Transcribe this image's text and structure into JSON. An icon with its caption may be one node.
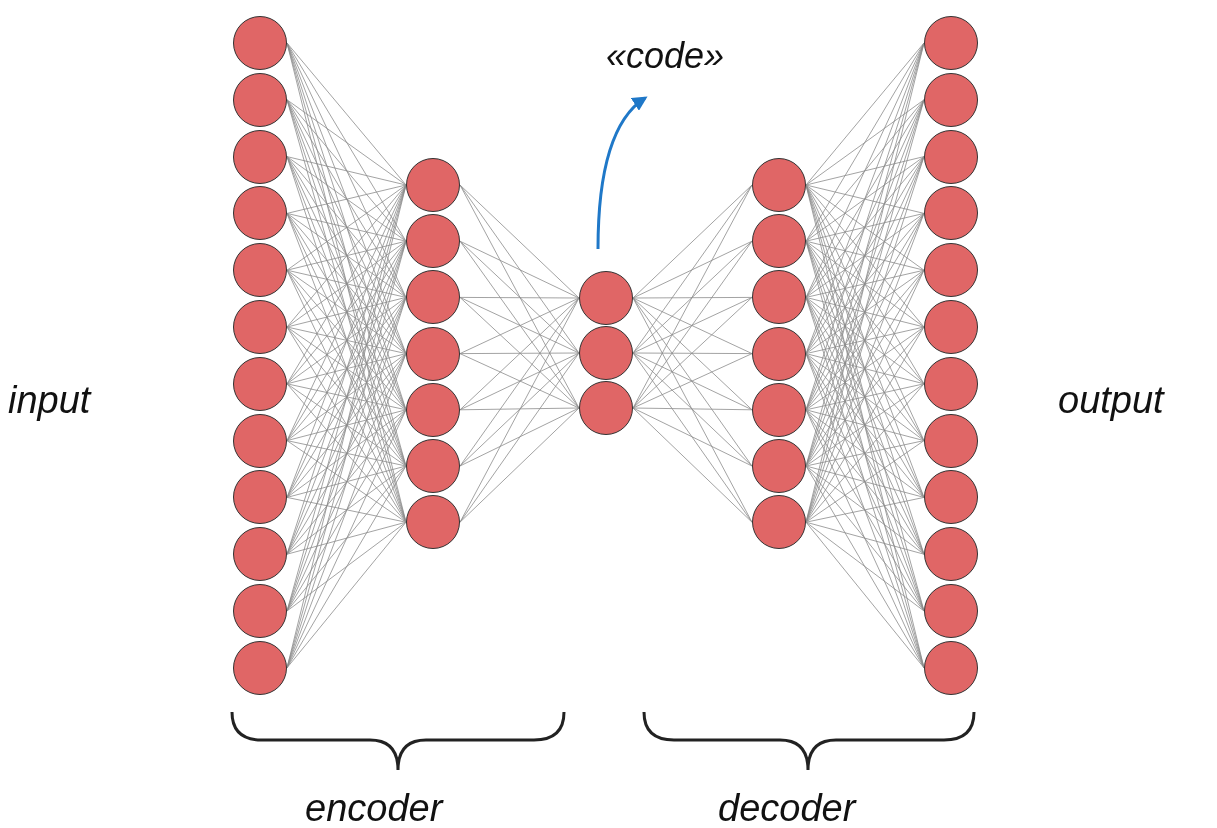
{
  "diagram": {
    "nodes": [
      {
        "text": [],
        "shape": "circle"
      },
      {
        "text": [],
        "shape": "circle"
      },
      {
        "text": [],
        "shape": "circle"
      },
      {
        "text": [],
        "shape": "circle"
      },
      {
        "text": [],
        "shape": "circle"
      },
      {
        "text": [],
        "shape": "circle"
      },
      {
        "text": [],
        "shape": "circle"
      },
      {
        "text": [],
        "shape": "circle"
      },
      {
        "text": [],
        "shape": "circle"
      },
      {
        "text": [],
        "shape": "circle"
      },
      {
        "text": [],
        "shape": "circle"
      },
      {
        "text": [],
        "shape": "circle"
      },
      {
        "text": [],
        "shape": "circle"
      },
      {
        "text": [],
        "shape": "circle"
      },
      {
        "text": [],
        "shape": "circle"
      },
      {
        "text": [],
        "shape": "circle"
      },
      {
        "text": [],
        "shape": "circle"
      },
      {
        "text": [],
        "shape": "circle"
      },
      {
        "text": [],
        "shape": "circle"
      },
      {
        "text": [],
        "shape": "circle"
      },
      {
        "text": [],
        "shape": "circle"
      },
      {
        "text": [],
        "shape": "circle"
      },
      {
        "text": [],
        "shape": "circle"
      },
      {
        "text": [],
        "shape": "circle"
      },
      {
        "text": [],
        "shape": "circle"
      },
      {
        "text": [],
        "shape": "circle"
      },
      {
        "text": [],
        "shape": "circle"
      },
      {
        "text": [],
        "shape": "circle"
      },
      {
        "text": [],
        "shape": "circle"
      },
      {
        "text": [],
        "shape": "circle"
      },
      {
        "text": [],
        "shape": "circle"
      },
      {
        "text": [],
        "shape": "circle"
      },
      {
        "text": [],
        "shape": "circle"
      },
      {
        "text": [],
        "shape": "circle"
      },
      {
        "text": [],
        "shape": "circle"
      },
      {
        "text": [],
        "shape": "circle"
      },
      {
        "text": [],
        "shape": "circle"
      },
      {
        "text": [],
        "shape": "circle"
      },
      {
        "text": [],
        "shape": "circle"
      },
      {
        "text": [],
        "shape": "circle"
      },
      {
        "text": [],
        "shape": "circle"
      },
      {
        "text": [
          "«code»"
        ]
      }
    ],
    "edges": [
      {
        "from": 0,
        "to": 12,
        "arrow": "none"
      },
      {
        "from": 0,
        "to": 13,
        "arrow": "none"
      },
      {
        "from": 0,
        "to": 14,
        "arrow": "none"
      },
      {
        "from": 0,
        "to": 15,
        "arrow": "none"
      },
      {
        "from": 0,
        "to": 16,
        "arrow": "none"
      },
      {
        "from": 0,
        "to": 17,
        "arrow": "none"
      },
      {
        "from": 0,
        "to": 18,
        "arrow": "none"
      },
      {
        "from": 1,
        "to": 12,
        "arrow": "none"
      },
      {
        "from": 1,
        "to": 13,
        "arrow": "none"
      },
      {
        "from": 1,
        "to": 14,
        "arrow": "none"
      },
      {
        "from": 1,
        "to": 15,
        "arrow": "none"
      },
      {
        "from": 1,
        "to": 16,
        "arrow": "none"
      },
      {
        "from": 1,
        "to": 17,
        "arrow": "none"
      },
      {
        "from": 1,
        "to": 18,
        "arrow": "none"
      },
      {
        "from": 2,
        "to": 12,
        "arrow": "none"
      },
      {
        "from": 2,
        "to": 13,
        "arrow": "none"
      },
      {
        "from": 2,
        "to": 14,
        "arrow": "none"
      },
      {
        "from": 2,
        "to": 15,
        "arrow": "none"
      },
      {
        "from": 2,
        "to": 16,
        "arrow": "none"
      },
      {
        "from": 2,
        "to": 17,
        "arrow": "none"
      },
      {
        "from": 2,
        "to": 18,
        "arrow": "none"
      },
      {
        "from": 3,
        "to": 12,
        "arrow": "none"
      },
      {
        "from": 3,
        "to": 13,
        "arrow": "none"
      },
      {
        "from": 3,
        "to": 14,
        "arrow": "none"
      },
      {
        "from": 3,
        "to": 15,
        "arrow": "none"
      },
      {
        "from": 3,
        "to": 16,
        "arrow": "none"
      },
      {
        "from": 3,
        "to": 17,
        "arrow": "none"
      },
      {
        "from": 3,
        "to": 18,
        "arrow": "none"
      },
      {
        "from": 4,
        "to": 12,
        "arrow": "none"
      },
      {
        "from": 4,
        "to": 13,
        "arrow": "none"
      },
      {
        "from": 4,
        "to": 14,
        "arrow": "none"
      },
      {
        "from": 4,
        "to": 15,
        "arrow": "none"
      },
      {
        "from": 4,
        "to": 16,
        "arrow": "none"
      },
      {
        "from": 4,
        "to": 17,
        "arrow": "none"
      },
      {
        "from": 4,
        "to": 18,
        "arrow": "none"
      },
      {
        "from": 5,
        "to": 12,
        "arrow": "none"
      },
      {
        "from": 5,
        "to": 13,
        "arrow": "none"
      },
      {
        "from": 5,
        "to": 14,
        "arrow": "none"
      },
      {
        "from": 5,
        "to": 15,
        "arrow": "none"
      },
      {
        "from": 5,
        "to": 16,
        "arrow": "none"
      },
      {
        "from": 5,
        "to": 17,
        "arrow": "none"
      },
      {
        "from": 5,
        "to": 18,
        "arrow": "none"
      },
      {
        "from": 6,
        "to": 12,
        "arrow": "none"
      },
      {
        "from": 6,
        "to": 13,
        "arrow": "none"
      },
      {
        "from": 6,
        "to": 14,
        "arrow": "none"
      },
      {
        "from": 6,
        "to": 15,
        "arrow": "none"
      },
      {
        "from": 6,
        "to": 16,
        "arrow": "none"
      },
      {
        "from": 6,
        "to": 17,
        "arrow": "none"
      },
      {
        "from": 6,
        "to": 18,
        "arrow": "none"
      },
      {
        "from": 7,
        "to": 12,
        "arrow": "none"
      },
      {
        "from": 7,
        "to": 13,
        "arrow": "none"
      },
      {
        "from": 7,
        "to": 14,
        "arrow": "none"
      },
      {
        "from": 7,
        "to": 15,
        "arrow": "none"
      },
      {
        "from": 7,
        "to": 16,
        "arrow": "none"
      },
      {
        "from": 7,
        "to": 17,
        "arrow": "none"
      },
      {
        "from": 7,
        "to": 18,
        "arrow": "none"
      },
      {
        "from": 8,
        "to": 12,
        "arrow": "none"
      },
      {
        "from": 8,
        "to": 13,
        "arrow": "none"
      },
      {
        "from": 8,
        "to": 14,
        "arrow": "none"
      },
      {
        "from": 8,
        "to": 15,
        "arrow": "none"
      },
      {
        "from": 8,
        "to": 16,
        "arrow": "none"
      },
      {
        "from": 8,
        "to": 17,
        "arrow": "none"
      },
      {
        "from": 8,
        "to": 18,
        "arrow": "none"
      },
      {
        "from": 9,
        "to": 12,
        "arrow": "none"
      },
      {
        "from": 9,
        "to": 13,
        "arrow": "none"
      },
      {
        "from": 9,
        "to": 14,
        "arrow": "none"
      },
      {
        "from": 9,
        "to": 15,
        "arrow": "none"
      },
      {
        "from": 9,
        "to": 16,
        "arrow": "none"
      },
      {
        "from": 9,
        "to": 17,
        "arrow": "none"
      },
      {
        "from": 9,
        "to": 18,
        "arrow": "none"
      },
      {
        "from": 10,
        "to": 12,
        "arrow": "none"
      },
      {
        "from": 10,
        "to": 13,
        "arrow": "none"
      },
      {
        "from": 10,
        "to": 14,
        "arrow": "none"
      },
      {
        "from": 10,
        "to": 15,
        "arrow": "none"
      },
      {
        "from": 10,
        "to": 16,
        "arrow": "none"
      },
      {
        "from": 10,
        "to": 17,
        "arrow": "none"
      },
      {
        "from": 10,
        "to": 18,
        "arrow": "none"
      },
      {
        "from": 11,
        "to": 12,
        "arrow": "none"
      },
      {
        "from": 11,
        "to": 13,
        "arrow": "none"
      },
      {
        "from": 11,
        "to": 14,
        "arrow": "none"
      },
      {
        "from": 11,
        "to": 15,
        "arrow": "none"
      },
      {
        "from": 11,
        "to": 16,
        "arrow": "none"
      },
      {
        "from": 11,
        "to": 17,
        "arrow": "none"
      },
      {
        "from": 11,
        "to": 18,
        "arrow": "none"
      },
      {
        "from": 12,
        "to": 19,
        "arrow": "none"
      },
      {
        "from": 12,
        "to": 20,
        "arrow": "none"
      },
      {
        "from": 12,
        "to": 21,
        "arrow": "none"
      },
      {
        "from": 13,
        "to": 19,
        "arrow": "none"
      },
      {
        "from": 13,
        "to": 20,
        "arrow": "none"
      },
      {
        "from": 13,
        "to": 21,
        "arrow": "none"
      },
      {
        "from": 14,
        "to": 19,
        "arrow": "none"
      },
      {
        "from": 14,
        "to": 20,
        "arrow": "none"
      },
      {
        "from": 14,
        "to": 21,
        "arrow": "none"
      },
      {
        "from": 15,
        "to": 19,
        "arrow": "none"
      },
      {
        "from": 15,
        "to": 20,
        "arrow": "none"
      },
      {
        "from": 15,
        "to": 21,
        "arrow": "none"
      },
      {
        "from": 16,
        "to": 19,
        "arrow": "none"
      },
      {
        "from": 16,
        "to": 20,
        "arrow": "none"
      },
      {
        "from": 16,
        "to": 21,
        "arrow": "none"
      },
      {
        "from": 17,
        "to": 19,
        "arrow": "none"
      },
      {
        "from": 17,
        "to": 20,
        "arrow": "none"
      },
      {
        "from": 17,
        "to": 21,
        "arrow": "none"
      },
      {
        "from": 18,
        "to": 19,
        "arrow": "none"
      },
      {
        "from": 18,
        "to": 20,
        "arrow": "none"
      },
      {
        "from": 18,
        "to": 21,
        "arrow": "none"
      },
      {
        "from": 19,
        "to": 22,
        "arrow": "none"
      },
      {
        "from": 19,
        "to": 23,
        "arrow": "none"
      },
      {
        "from": 19,
        "to": 24,
        "arrow": "none"
      },
      {
        "from": 19,
        "to": 25,
        "arrow": "none"
      },
      {
        "from": 19,
        "to": 26,
        "arrow": "none"
      },
      {
        "from": 19,
        "to": 27,
        "arrow": "none"
      },
      {
        "from": 19,
        "to": 28,
        "arrow": "none"
      },
      {
        "from": 20,
        "to": 22,
        "arrow": "none"
      },
      {
        "from": 20,
        "to": 23,
        "arrow": "none"
      },
      {
        "from": 20,
        "to": 24,
        "arrow": "none"
      },
      {
        "from": 20,
        "to": 25,
        "arrow": "none"
      },
      {
        "from": 20,
        "to": 26,
        "arrow": "none"
      },
      {
        "from": 20,
        "to": 27,
        "arrow": "none"
      },
      {
        "from": 20,
        "to": 28,
        "arrow": "none"
      },
      {
        "from": 21,
        "to": 22,
        "arrow": "none"
      },
      {
        "from": 21,
        "to": 23,
        "arrow": "none"
      },
      {
        "from": 21,
        "to": 24,
        "arrow": "none"
      },
      {
        "from": 21,
        "to": 25,
        "arrow": "none"
      },
      {
        "from": 21,
        "to": 26,
        "arrow": "none"
      },
      {
        "from": 21,
        "to": 27,
        "arrow": "none"
      },
      {
        "from": 21,
        "to": 28,
        "arrow": "none"
      },
      {
        "from": 22,
        "to": 29,
        "arrow": "none"
      },
      {
        "from": 22,
        "to": 30,
        "arrow": "none"
      },
      {
        "from": 22,
        "to": 31,
        "arrow": "none"
      },
      {
        "from": 22,
        "to": 32,
        "arrow": "none"
      },
      {
        "from": 22,
        "to": 33,
        "arrow": "none"
      },
      {
        "from": 22,
        "to": 34,
        "arrow": "none"
      },
      {
        "from": 22,
        "to": 35,
        "arrow": "none"
      },
      {
        "from": 22,
        "to": 36,
        "arrow": "none"
      },
      {
        "from": 22,
        "to": 37,
        "arrow": "none"
      },
      {
        "from": 22,
        "to": 38,
        "arrow": "none"
      },
      {
        "from": 22,
        "to": 39,
        "arrow": "none"
      },
      {
        "from": 22,
        "to": 40,
        "arrow": "none"
      },
      {
        "from": 23,
        "to": 29,
        "arrow": "none"
      },
      {
        "from": 23,
        "to": 30,
        "arrow": "none"
      },
      {
        "from": 23,
        "to": 31,
        "arrow": "none"
      },
      {
        "from": 23,
        "to": 32,
        "arrow": "none"
      },
      {
        "from": 23,
        "to": 33,
        "arrow": "none"
      },
      {
        "from": 23,
        "to": 34,
        "arrow": "none"
      },
      {
        "from": 23,
        "to": 35,
        "arrow": "none"
      },
      {
        "from": 23,
        "to": 36,
        "arrow": "none"
      },
      {
        "from": 23,
        "to": 37,
        "arrow": "none"
      },
      {
        "from": 23,
        "to": 38,
        "arrow": "none"
      },
      {
        "from": 23,
        "to": 39,
        "arrow": "none"
      },
      {
        "from": 23,
        "to": 40,
        "arrow": "none"
      },
      {
        "from": 24,
        "to": 29,
        "arrow": "none"
      },
      {
        "from": 24,
        "to": 30,
        "arrow": "none"
      },
      {
        "from": 24,
        "to": 31,
        "arrow": "none"
      },
      {
        "from": 24,
        "to": 32,
        "arrow": "none"
      },
      {
        "from": 24,
        "to": 33,
        "arrow": "none"
      },
      {
        "from": 24,
        "to": 34,
        "arrow": "none"
      },
      {
        "from": 24,
        "to": 35,
        "arrow": "none"
      },
      {
        "from": 24,
        "to": 36,
        "arrow": "none"
      },
      {
        "from": 24,
        "to": 37,
        "arrow": "none"
      },
      {
        "from": 24,
        "to": 38,
        "arrow": "none"
      },
      {
        "from": 24,
        "to": 39,
        "arrow": "none"
      },
      {
        "from": 24,
        "to": 40,
        "arrow": "none"
      },
      {
        "from": 25,
        "to": 29,
        "arrow": "none"
      },
      {
        "from": 25,
        "to": 30,
        "arrow": "none"
      },
      {
        "from": 25,
        "to": 31,
        "arrow": "none"
      },
      {
        "from": 25,
        "to": 32,
        "arrow": "none"
      },
      {
        "from": 25,
        "to": 33,
        "arrow": "none"
      },
      {
        "from": 25,
        "to": 34,
        "arrow": "none"
      },
      {
        "from": 25,
        "to": 35,
        "arrow": "none"
      },
      {
        "from": 25,
        "to": 36,
        "arrow": "none"
      },
      {
        "from": 25,
        "to": 37,
        "arrow": "none"
      },
      {
        "from": 25,
        "to": 38,
        "arrow": "none"
      },
      {
        "from": 25,
        "to": 39,
        "arrow": "none"
      },
      {
        "from": 25,
        "to": 40,
        "arrow": "none"
      },
      {
        "from": 26,
        "to": 29,
        "arrow": "none"
      },
      {
        "from": 26,
        "to": 30,
        "arrow": "none"
      },
      {
        "from": 26,
        "to": 31,
        "arrow": "none"
      },
      {
        "from": 26,
        "to": 32,
        "arrow": "none"
      },
      {
        "from": 26,
        "to": 33,
        "arrow": "none"
      },
      {
        "from": 26,
        "to": 34,
        "arrow": "none"
      },
      {
        "from": 26,
        "to": 35,
        "arrow": "none"
      },
      {
        "from": 26,
        "to": 36,
        "arrow": "none"
      },
      {
        "from": 26,
        "to": 37,
        "arrow": "none"
      },
      {
        "from": 26,
        "to": 38,
        "arrow": "none"
      },
      {
        "from": 26,
        "to": 39,
        "arrow": "none"
      },
      {
        "from": 26,
        "to": 40,
        "arrow": "none"
      },
      {
        "from": 27,
        "to": 29,
        "arrow": "none"
      },
      {
        "from": 27,
        "to": 30,
        "arrow": "none"
      },
      {
        "from": 27,
        "to": 31,
        "arrow": "none"
      },
      {
        "from": 27,
        "to": 32,
        "arrow": "none"
      },
      {
        "from": 27,
        "to": 33,
        "arrow": "none"
      },
      {
        "from": 27,
        "to": 34,
        "arrow": "none"
      },
      {
        "from": 27,
        "to": 35,
        "arrow": "none"
      },
      {
        "from": 27,
        "to": 36,
        "arrow": "none"
      },
      {
        "from": 27,
        "to": 37,
        "arrow": "none"
      },
      {
        "from": 27,
        "to": 38,
        "arrow": "none"
      },
      {
        "from": 27,
        "to": 39,
        "arrow": "none"
      },
      {
        "from": 27,
        "to": 40,
        "arrow": "none"
      },
      {
        "from": 28,
        "to": 29,
        "arrow": "none"
      },
      {
        "from": 28,
        "to": 30,
        "arrow": "none"
      },
      {
        "from": 28,
        "to": 31,
        "arrow": "none"
      },
      {
        "from": 28,
        "to": 32,
        "arrow": "none"
      },
      {
        "from": 28,
        "to": 33,
        "arrow": "none"
      },
      {
        "from": 28,
        "to": 34,
        "arrow": "none"
      },
      {
        "from": 28,
        "to": 35,
        "arrow": "none"
      },
      {
        "from": 28,
        "to": 36,
        "arrow": "none"
      },
      {
        "from": 28,
        "to": 37,
        "arrow": "none"
      },
      {
        "from": 28,
        "to": 38,
        "arrow": "none"
      },
      {
        "from": 28,
        "to": 39,
        "arrow": "none"
      },
      {
        "from": 28,
        "to": 40,
        "arrow": "none"
      },
      {
        "from": 19,
        "to": 41,
        "arrow": "to",
        "style": "thick",
        "color": "#1f78c8"
      }
    ],
    "labels": [
      "input",
      "output",
      "encoder",
      "decoder"
    ]
  }
}
